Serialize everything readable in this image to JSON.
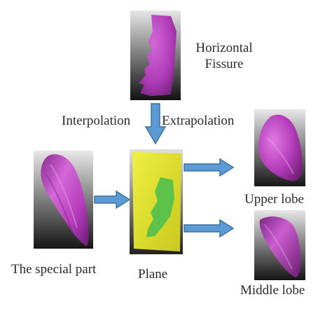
{
  "labels": {
    "horizontal_fissure_line1": "Horizontal",
    "horizontal_fissure_line2": "Fissure",
    "interpolation": "Interpolation",
    "extrapolation": "Extrapolation",
    "upper_lobe": "Upper lobe",
    "middle_lobe": "Middle lobe",
    "special_part": "The special part",
    "plane": "Plane"
  },
  "colors": {
    "tissue_magenta": "#b03cb8",
    "plane_yellow": "#e6e62a",
    "plane_green": "#5cc24a",
    "arrow_blue": "#5b9bd5",
    "arrow_outline": "#41719c"
  }
}
